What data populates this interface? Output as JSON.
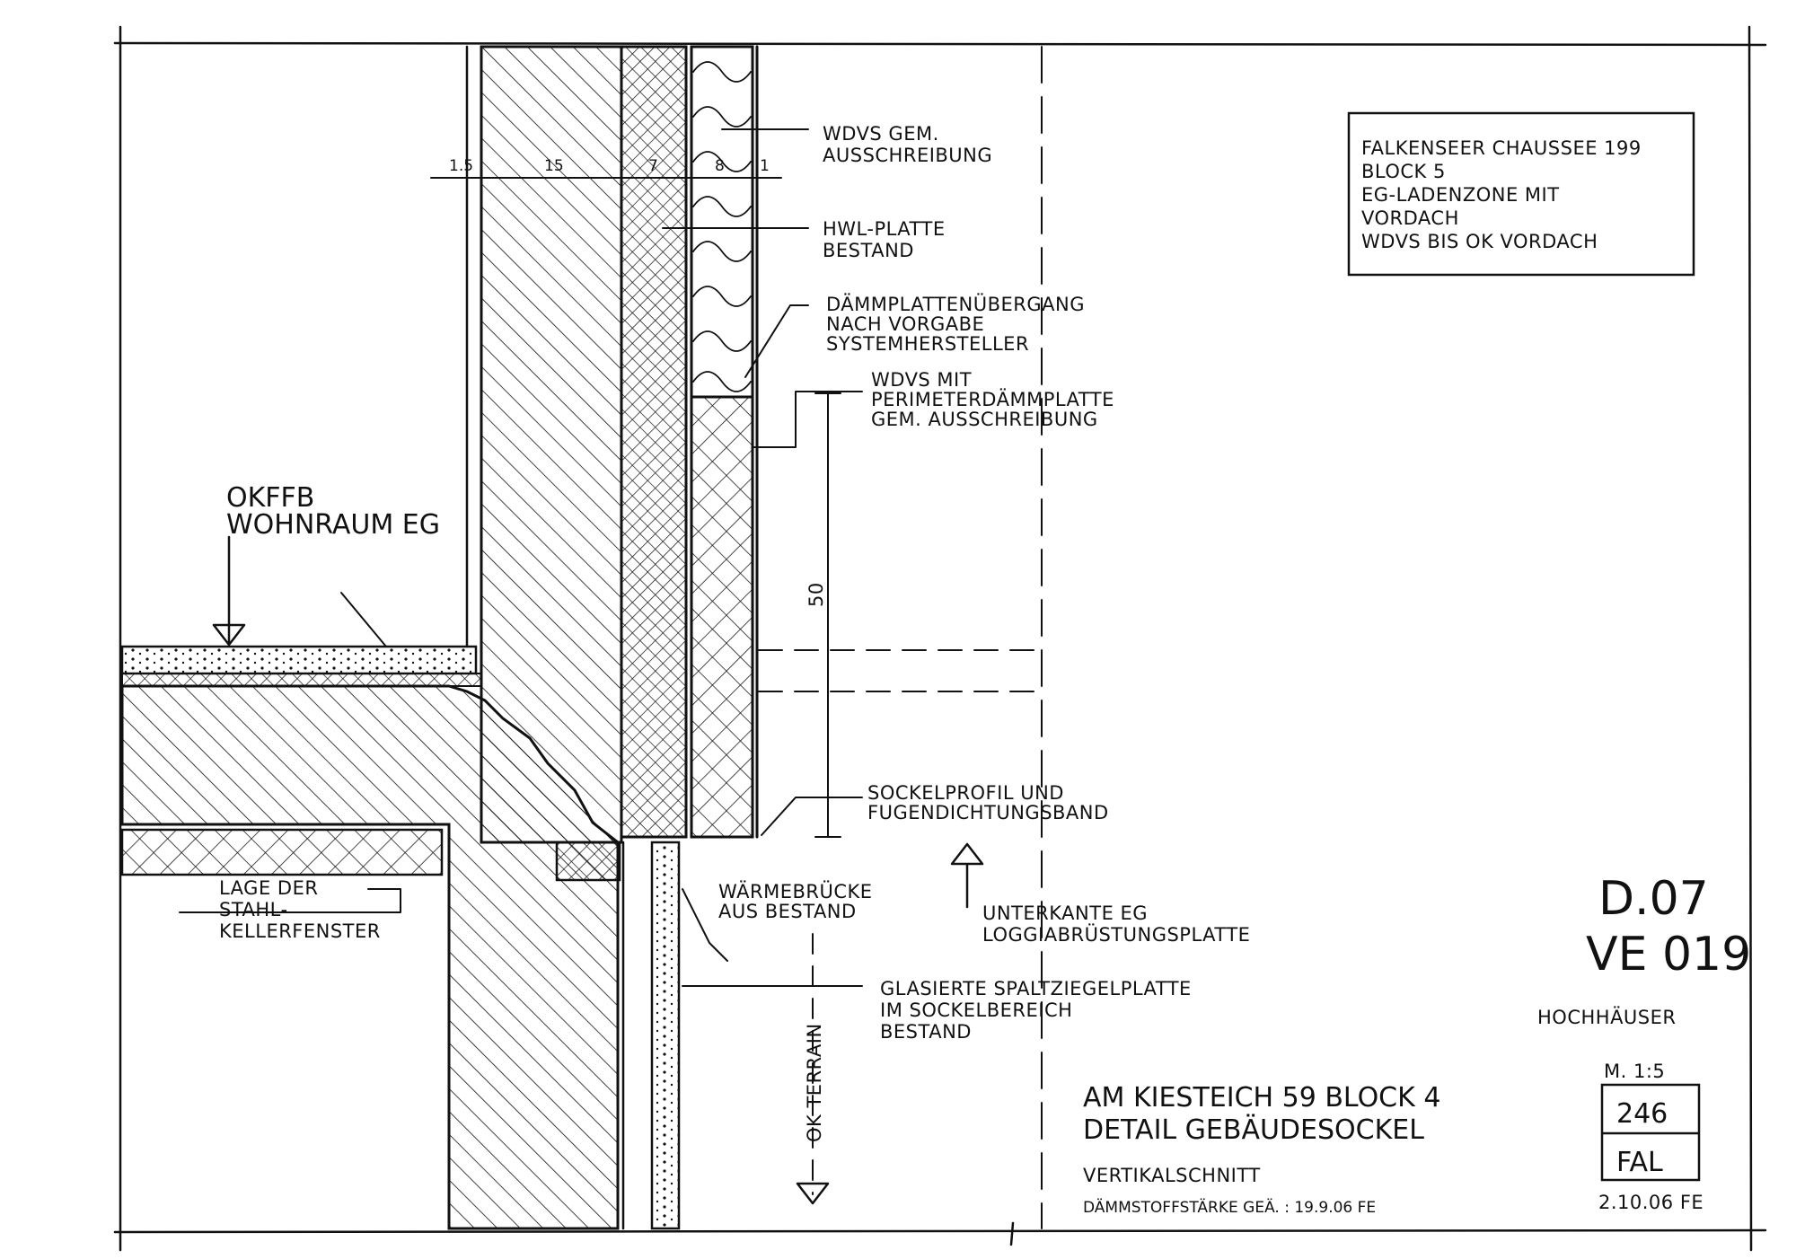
{
  "title_block": {
    "project": "AM KIESTEICH 59   BLOCK 4",
    "subject": "DETAIL GEBÄUDESOCKEL",
    "view": "VERTIKALSCHNITT",
    "revision_note": "DÄMMSTOFFSTÄRKE GEÄ. : 19.9.06 FE",
    "scale": "M. 1:5",
    "sheet_number": "246",
    "sheet_code": "FAL",
    "date": "2.10.06 FE"
  },
  "reference_box": {
    "lines": [
      "FALKENSEER CHAUSSEE 199",
      "BLOCK 5",
      "EG-LADENZONE MIT",
      "VORDACH",
      "WDVS BIS OK VORDACH"
    ]
  },
  "detail_id": {
    "code": "D.07",
    "number": "VE 019",
    "category": "HOCHHÄUSER"
  },
  "dimensions": {
    "d1": "1.5",
    "d2": "15",
    "d3": "7",
    "d4": "8",
    "d5": "1",
    "vertical": "50",
    "terrain": "OK TERRAIN"
  },
  "annotations": {
    "wdvs": [
      "WDVS GEM.",
      "AUSSCHREIBUNG"
    ],
    "hwl": [
      "HWL-PLATTE",
      "BESTAND"
    ],
    "daemm": [
      "DÄMMPLATTENÜBERGANG",
      "NACH VORGABE",
      "SYSTEMHERSTELLER"
    ],
    "perimeter": [
      "WDVS MIT",
      "PERIMETERDÄMMPLATTE",
      "GEM. AUSSCHREIBUNG"
    ],
    "okffb": [
      "OKFFB",
      "WOHNRAUM EG"
    ],
    "sockel": [
      "SOCKELPROFIL UND",
      "FUGENDICHTUNGSBAND"
    ],
    "waerme": [
      "WÄRMEBRÜCKE",
      "AUS BESTAND"
    ],
    "unterkante": [
      "UNTERKANTE EG",
      "LOGGIABRÜSTUNGSPLATTE"
    ],
    "lage": [
      "LAGE DER",
      "STAHL-",
      "KELLERFENSTER"
    ],
    "glasiert": [
      "GLASIERTE SPALTZIEGELPLATTE",
      "IM SOCKELBEREICH",
      "BESTAND"
    ]
  }
}
